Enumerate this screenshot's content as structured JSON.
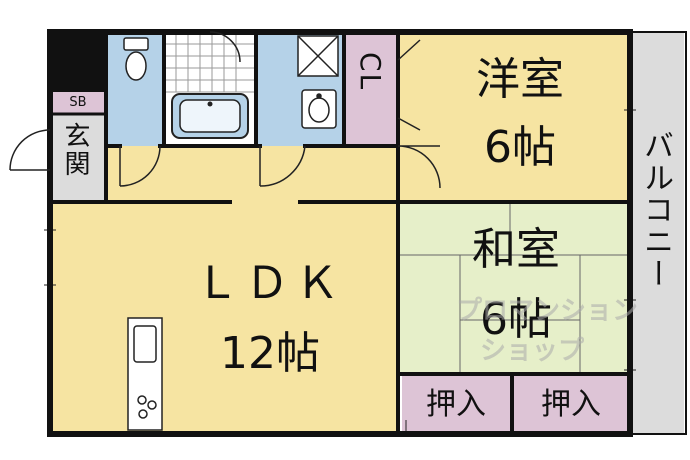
{
  "rooms": {
    "western": {
      "name": "洋室",
      "size": "6帖"
    },
    "japanese": {
      "name": "和室",
      "size": "6帖"
    },
    "ldk": {
      "name": "ＬＤＫ",
      "size": "12帖"
    },
    "closet": "CL",
    "entrance": "玄関",
    "shoe_box": "SB",
    "balcony": "バルコニー",
    "storage_1": "押入",
    "storage_2": "押入"
  },
  "watermark": {
    "line1": "プロマンション",
    "line2": "ショップ"
  },
  "colors": {
    "ldk_floor": "#f6e4a2",
    "western_floor": "#f6e4a2",
    "tatami": "#e6efc9",
    "wet_area": "#b5d2e8",
    "closet": "#ddc4d6",
    "balcony": "#dcdcdc",
    "wall": "#111111"
  }
}
